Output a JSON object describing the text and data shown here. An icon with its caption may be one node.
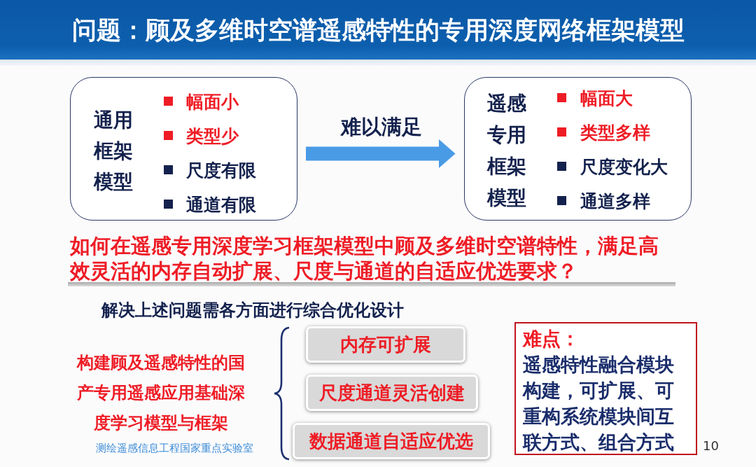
{
  "diagram": {
    "title": "问题：顾及多维时空谱遥感特性的专用深度网络框架模型",
    "nodes": [
      {
        "text": [
          "通用框架模型",
          "幅面小",
          "类型少",
          "尺度有限",
          "通道有限"
        ]
      },
      {
        "text": [
          "遥感专用框架模型",
          "幅面大",
          "类型多样",
          "尺度变化大",
          "通道多样"
        ]
      },
      {
        "text": [
          "内存可扩展"
        ]
      },
      {
        "text": [
          "尺度通道灵活创建"
        ]
      },
      {
        "text": [
          "数据通道自适应优选"
        ]
      },
      {
        "text": [
          "难点：",
          "遥感特性融合模块构建，可扩展、可重构系统模块间互联方式、组合方式"
        ]
      }
    ],
    "edges": [
      {
        "from": 0,
        "to": 1,
        "arrow": "to",
        "label": "难以满足"
      }
    ],
    "labels": [
      "如何在遥感专用深度学习框架模型中顾及多维时空谱特性，满足高效灵活的内存自动扩展、尺度与通道的自适应优选要求？",
      "解决上述问题需各方面进行**综合优化设计**",
      "构建顾及遥感特性的国产专用遥感应用基础深度学习模型与框架",
      "测绘遥感信息工程国家重点实验室",
      "10"
    ]
  }
}
